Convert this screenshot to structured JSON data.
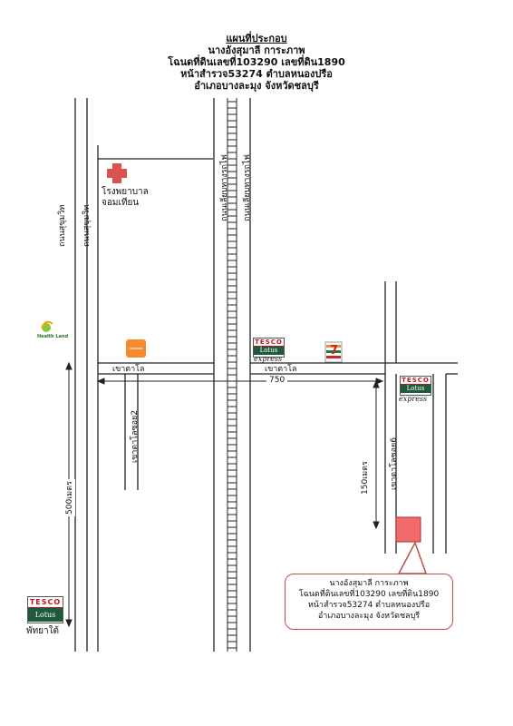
{
  "header": {
    "heading": "แผนที่ประกอบ",
    "owner": "นางอังสุมาลี การะภาพ",
    "deed": "โฉนดที่ดินเลขที่103290 เลขที่ดิน1890",
    "survey": "หน้าสำรวจ53274 ตำบลหนองปรือ",
    "district": "อำเภอบางละมุง จังหวัดชลบุรี"
  },
  "roads": {
    "sukhumvit_1": "ถนนสุขุมวิท",
    "sukhumvit_2": "ถนนสุขุมวิท",
    "railway_1": "ถนนเลียบทางรถไฟ",
    "railway_2": "ถนนเลียบทางรถไฟ",
    "khao_talo_left": "เขาตาโล",
    "khao_talo_right": "เขาตาโล",
    "soi_2": "เขาตาโลซอย2",
    "soi_6": "เขาตาโลซอย6"
  },
  "places": {
    "hospital_line1": "โรงพยาบาล",
    "hospital_line2": "จอมเทียน",
    "health_land": "Health Land",
    "tesco_brand": "TESCO",
    "lotus_brand": "Lotus",
    "express": "express",
    "pattaya_tai": "พัทยาใต้",
    "seven_eleven": "7"
  },
  "distances": {
    "d750": "750",
    "d150": "150เมตร",
    "d500": "500เมตร"
  },
  "callout": {
    "owner": "นางอังสุมาลี การะภาพ",
    "deed": "โฉนดที่ดินเลขที่103290 เลขที่ดิน1890",
    "survey": "หน้าสำรวจ53274 ตำบลหนองปรือ",
    "district": "อำเภอบางละมุง จังหวัดชลบุรี"
  },
  "colors": {
    "target": "#f26b6b",
    "hospital_cross": "#d9534f",
    "callout_border": "#c0504d",
    "shop_orange": "#f58a2f"
  }
}
